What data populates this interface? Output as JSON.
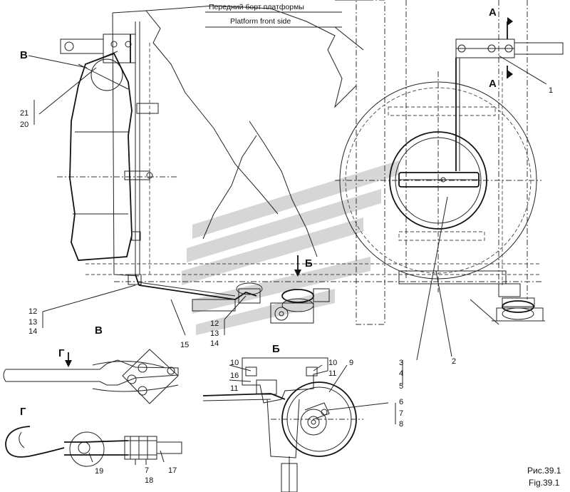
{
  "header": {
    "ru": "Передний борт платформы",
    "en": "Platform front side"
  },
  "views": {
    "B_top": "В",
    "B_bottom": "В",
    "G_arrow": "Г",
    "G_view": "Г",
    "B_cyr": "Б",
    "B_cyr_view": "Б",
    "A_top": "А",
    "A_bottom": "А"
  },
  "callouts": {
    "n1": "1",
    "n2": "2",
    "n3": "3",
    "n4": "4",
    "n5": "5",
    "n6": "6",
    "n7a": "7",
    "n8": "8",
    "n9": "9",
    "n10a": "10",
    "n10b": "10",
    "n11a": "11",
    "n11b": "11",
    "n12a": "12",
    "n13a": "13",
    "n14a": "14",
    "n12b": "12",
    "n13b": "13",
    "n14b": "14",
    "n15": "15",
    "n16": "16",
    "n17": "17",
    "n18": "18",
    "n19": "19",
    "n7b": "7",
    "n20": "20",
    "n21": "21"
  },
  "caption": {
    "ru": "Рис.39.1",
    "en": "Fig.39.1"
  },
  "colors": {
    "line": "#222222",
    "watermark": "#c8c8c8",
    "background": "#ffffff"
  }
}
